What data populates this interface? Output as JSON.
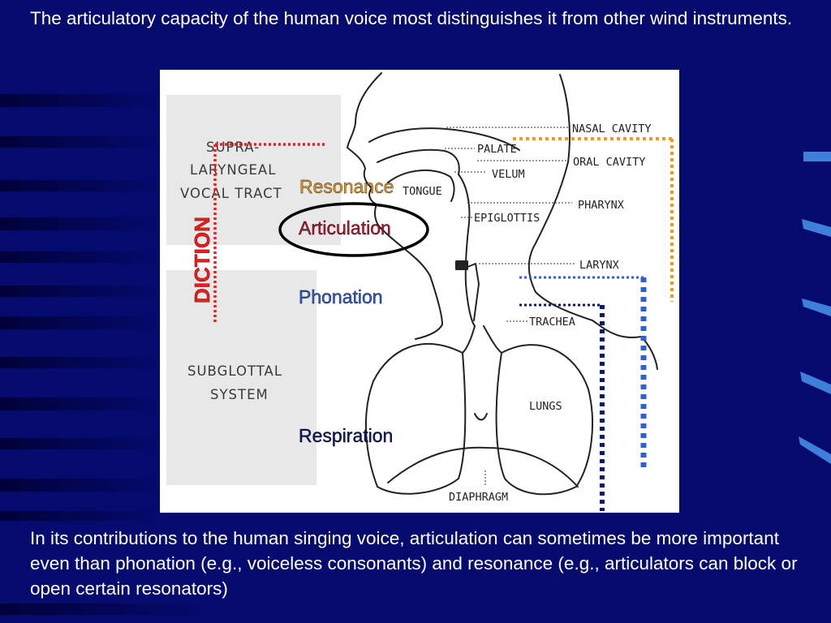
{
  "slide": {
    "title": "The articulatory capacity of the human voice most distinguishes it from other wind instruments.",
    "body": "In its contributions to the human singing voice, articulation can sometimes be more important even than phonation (e.g., voiceless consonants) and resonance (e.g., articulators can block or open certain resonators)"
  },
  "diagram": {
    "regions": {
      "supra_line1": "SUPRA-",
      "supra_line2": "LARYNGEAL",
      "supra_line3": "VOCAL TRACT",
      "sub_line1": "SUBGLOTTAL",
      "sub_line2": "SYSTEM"
    },
    "parts": {
      "nasal_cavity": "NASAL CAVITY",
      "palate": "PALATE",
      "oral_cavity": "ORAL CAVITY",
      "velum": "VELUM",
      "tongue": "TONGUE",
      "pharynx": "PHARYNX",
      "epiglottis": "EPIGLOTTIS",
      "larynx": "LARYNX",
      "trachea": "TRACHEA",
      "lungs": "LUNGS",
      "diaphragm": "DIAPHRAGM"
    },
    "processes": {
      "resonance": "Resonance",
      "articulation": "Articulation",
      "phonation": "Phonation",
      "respiration": "Respiration",
      "diction": "DICTION"
    },
    "colors": {
      "background": "#050a6e",
      "resonance": "#f29a1a",
      "articulation": "#c8102e",
      "phonation": "#2d5fd6",
      "respiration": "#0c1a6e",
      "diction": "#ee1c1c",
      "ellipse": "#000000"
    }
  }
}
